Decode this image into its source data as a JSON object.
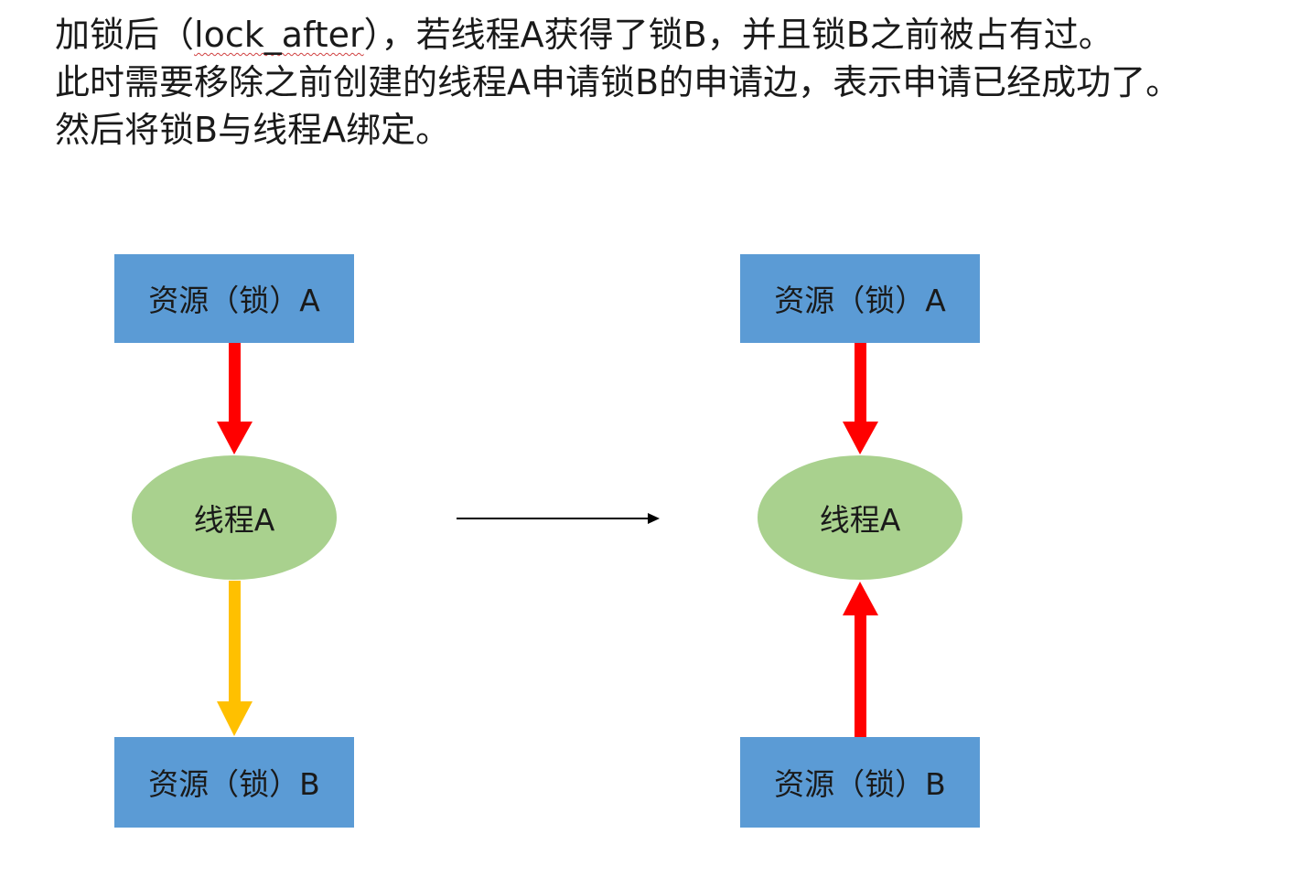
{
  "description": {
    "line1_prefix": "加锁后（",
    "line1_term": "lock_after",
    "line1_suffix": "），若线程A获得了锁B，并且锁B之前被占有过。",
    "line2": "此时需要移除之前创建的线程A申请锁B的申请边，表示申请已经成功了。",
    "line3": "然后将锁B与线程A绑定。"
  },
  "diagram": {
    "before": {
      "resource_a_label": "资源（锁）A",
      "thread_label": "线程A",
      "resource_b_label": "资源（锁）B"
    },
    "after": {
      "resource_a_label": "资源（锁）A",
      "thread_label": "线程A",
      "resource_b_label": "资源（锁）B"
    }
  },
  "colors": {
    "resource_fill": "#5b9bd5",
    "thread_fill": "#a9d18e",
    "holding_edge": "#ff0000",
    "request_edge": "#ffc000",
    "transition_arrow": "#000000",
    "text": "#1a1a1a"
  }
}
